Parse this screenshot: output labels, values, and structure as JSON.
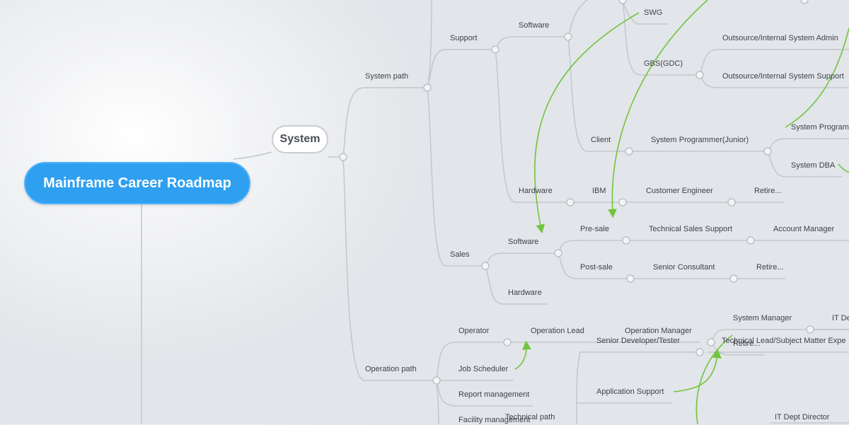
{
  "root": {
    "label": "Mainframe Career Roadmap"
  },
  "system": {
    "label": "System"
  },
  "nodes": {
    "system_path": "System path",
    "support": "Support",
    "software_support": "Software",
    "swg": "SWG",
    "gbs": "GBS(GDC)",
    "outsource_admin": "Outsource/Internal System Admin",
    "outsource_support": "Outsource/Internal System Support",
    "client": "Client",
    "sys_prog_junior": "System Programmer(Junior)",
    "sys_prog": "System Program",
    "system_dba": "System DBA",
    "hardware_support": "Hardware",
    "ibm": "IBM",
    "customer_engineer": "Customer Engineer",
    "retire_1": "Retire...",
    "sales": "Sales",
    "software_sales": "Software",
    "pre_sale": "Pre-sale",
    "tech_sales_support": "Technical Sales Support",
    "account_manager": "Account Manager",
    "post_sale": "Post-sale",
    "senior_consultant": "Senior Consultant",
    "retire_2": "Retire...",
    "hardware_sales": "Hardware",
    "operation_path": "Operation path",
    "operator": "Operator",
    "operation_lead": "Operation Lead",
    "operation_manager": "Operation Manager",
    "system_manager": "System Manager",
    "it_de": "IT De",
    "retire_3": "Retire...",
    "job_scheduler": "Job Scheduler",
    "report_management": "Report management",
    "facility_management": "Facility management",
    "senior_dev_tester": "Senior Developer/Tester",
    "tech_lead_sme": "Technical Lead/Subject Matter Expe",
    "application_support": "Application Support",
    "technical_path": "Technical path",
    "it_dept_director": "IT Dept Director"
  }
}
